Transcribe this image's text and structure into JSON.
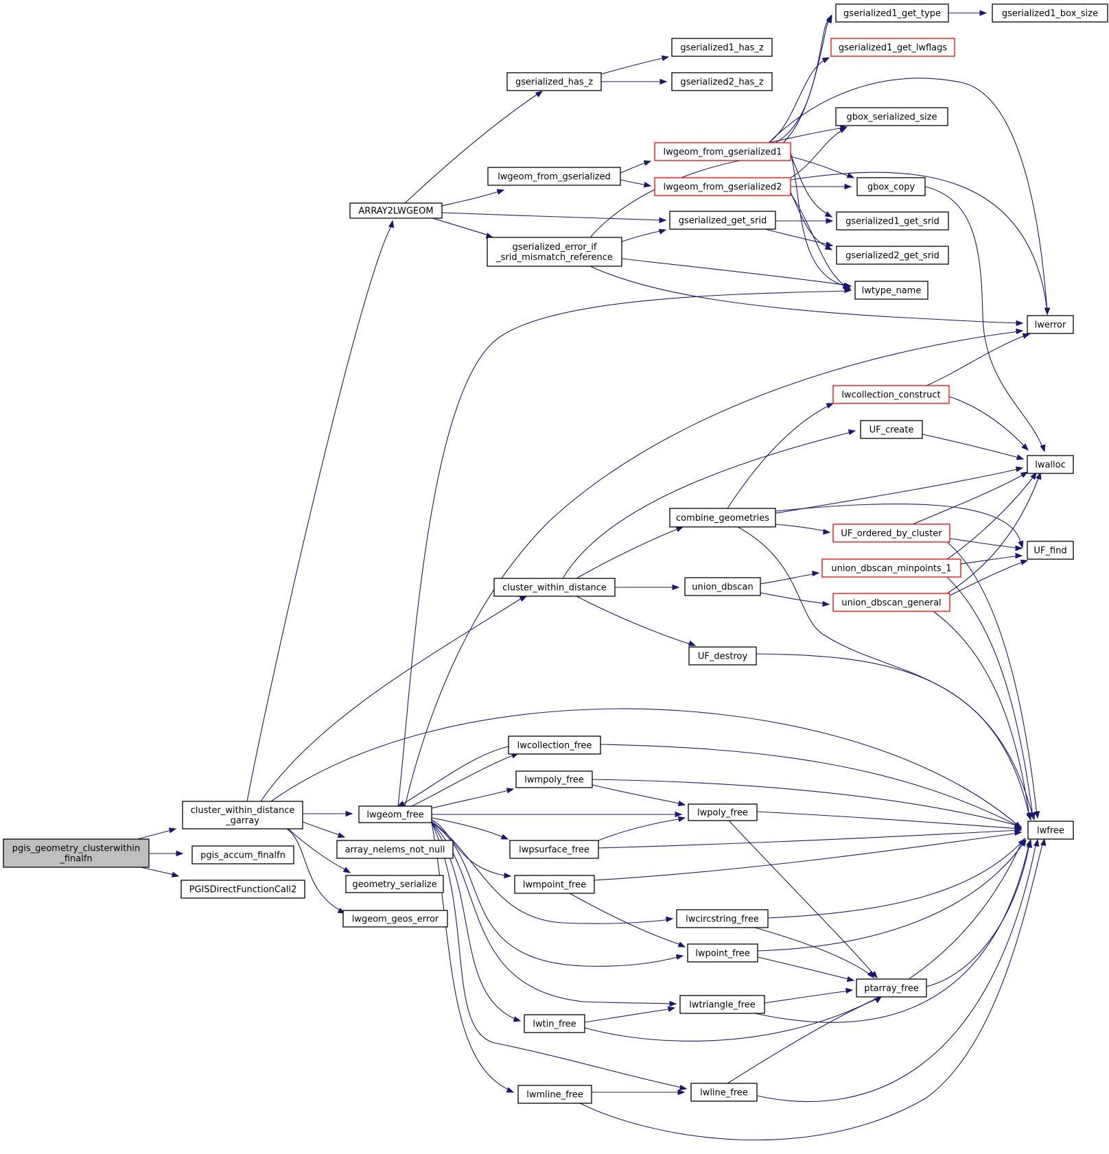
{
  "colors": {
    "edge": "#191970",
    "node_border": "#000000",
    "node_border_incomplete": "#ff0000",
    "root_fill": "#bfbfbf",
    "node_fill": "#ffffff"
  },
  "nodes": [
    {
      "id": "root",
      "lines": [
        "pgis_geometry_clusterwithin",
        "_finalfn"
      ],
      "style": "root"
    },
    {
      "id": "cwdg",
      "lines": [
        "cluster_within_distance",
        "_garray"
      ],
      "style": "normal"
    },
    {
      "id": "paf",
      "lines": [
        "pgis_accum_finalfn"
      ],
      "style": "normal"
    },
    {
      "id": "pdfc2",
      "lines": [
        "PGISDirectFunctionCall2"
      ],
      "style": "normal"
    },
    {
      "id": "a2l",
      "lines": [
        "ARRAY2LWGEOM"
      ],
      "style": "normal"
    },
    {
      "id": "lwgfree",
      "lines": [
        "lwgeom_free"
      ],
      "style": "normal"
    },
    {
      "id": "aenn",
      "lines": [
        "array_nelems_not_null"
      ],
      "style": "normal"
    },
    {
      "id": "gser",
      "lines": [
        "geometry_serialize"
      ],
      "style": "normal"
    },
    {
      "id": "lgeoserr",
      "lines": [
        "lwgeom_geos_error"
      ],
      "style": "normal"
    },
    {
      "id": "ghz",
      "lines": [
        "gserialized_has_z"
      ],
      "style": "normal"
    },
    {
      "id": "lfg",
      "lines": [
        "lwgeom_from_gserialized"
      ],
      "style": "normal"
    },
    {
      "id": "geism",
      "lines": [
        "gserialized_error_if",
        "_srid_mismatch_reference"
      ],
      "style": "normal"
    },
    {
      "id": "cwd",
      "lines": [
        "cluster_within_distance"
      ],
      "style": "normal"
    },
    {
      "id": "lcfree",
      "lines": [
        "lwcollection_free"
      ],
      "style": "normal"
    },
    {
      "id": "lmpolyfree",
      "lines": [
        "lwmpoly_free"
      ],
      "style": "normal"
    },
    {
      "id": "lpsfree",
      "lines": [
        "lwpsurface_free"
      ],
      "style": "normal"
    },
    {
      "id": "lmptfree",
      "lines": [
        "lwmpoint_free"
      ],
      "style": "normal"
    },
    {
      "id": "ltinfree",
      "lines": [
        "lwtin_free"
      ],
      "style": "normal"
    },
    {
      "id": "lmlfree",
      "lines": [
        "lwmline_free"
      ],
      "style": "normal"
    },
    {
      "id": "g1hz",
      "lines": [
        "gserialized1_has_z"
      ],
      "style": "normal"
    },
    {
      "id": "g2hz",
      "lines": [
        "gserialized2_has_z"
      ],
      "style": "normal"
    },
    {
      "id": "lfg1",
      "lines": [
        "lwgeom_from_gserialized1"
      ],
      "style": "incomplete"
    },
    {
      "id": "lfg2",
      "lines": [
        "lwgeom_from_gserialized2"
      ],
      "style": "incomplete"
    },
    {
      "id": "ggs",
      "lines": [
        "gserialized_get_srid"
      ],
      "style": "normal"
    },
    {
      "id": "cg",
      "lines": [
        "combine_geometries"
      ],
      "style": "normal"
    },
    {
      "id": "udb",
      "lines": [
        "union_dbscan"
      ],
      "style": "normal"
    },
    {
      "id": "ufd",
      "lines": [
        "UF_destroy"
      ],
      "style": "normal"
    },
    {
      "id": "lpolyfree",
      "lines": [
        "lwpoly_free"
      ],
      "style": "normal"
    },
    {
      "id": "lcsfree",
      "lines": [
        "lwcircstring_free"
      ],
      "style": "normal"
    },
    {
      "id": "lptfree",
      "lines": [
        "lwpoint_free"
      ],
      "style": "normal"
    },
    {
      "id": "ltrifree",
      "lines": [
        "lwtriangle_free"
      ],
      "style": "normal"
    },
    {
      "id": "llfree",
      "lines": [
        "lwline_free"
      ],
      "style": "normal"
    },
    {
      "id": "g1gt",
      "lines": [
        "gserialized1_get_type"
      ],
      "style": "normal"
    },
    {
      "id": "g1gl",
      "lines": [
        "gserialized1_get_lwflags"
      ],
      "style": "incomplete"
    },
    {
      "id": "gbss",
      "lines": [
        "gbox_serialized_size"
      ],
      "style": "normal"
    },
    {
      "id": "gbc",
      "lines": [
        "gbox_copy"
      ],
      "style": "normal"
    },
    {
      "id": "g1gs",
      "lines": [
        "gserialized1_get_srid"
      ],
      "style": "normal"
    },
    {
      "id": "g2gs",
      "lines": [
        "gserialized2_get_srid"
      ],
      "style": "normal"
    },
    {
      "id": "ltn",
      "lines": [
        "lwtype_name"
      ],
      "style": "normal"
    },
    {
      "id": "lcc",
      "lines": [
        "lwcollection_construct"
      ],
      "style": "incomplete"
    },
    {
      "id": "ufc",
      "lines": [
        "UF_create"
      ],
      "style": "normal"
    },
    {
      "id": "uobc",
      "lines": [
        "UF_ordered_by_cluster"
      ],
      "style": "incomplete"
    },
    {
      "id": "udm1",
      "lines": [
        "union_dbscan_minpoints_1"
      ],
      "style": "incomplete"
    },
    {
      "id": "udg",
      "lines": [
        "union_dbscan_general"
      ],
      "style": "incomplete"
    },
    {
      "id": "pafree",
      "lines": [
        "ptarray_free"
      ],
      "style": "normal"
    },
    {
      "id": "g1bs",
      "lines": [
        "gserialized1_box_size"
      ],
      "style": "normal"
    },
    {
      "id": "lwerror",
      "lines": [
        "lwerror"
      ],
      "style": "normal"
    },
    {
      "id": "lwalloc",
      "lines": [
        "lwalloc"
      ],
      "style": "normal"
    },
    {
      "id": "uff",
      "lines": [
        "UF_find"
      ],
      "style": "normal"
    },
    {
      "id": "lwfree",
      "lines": [
        "lwfree"
      ],
      "style": "normal"
    }
  ]
}
